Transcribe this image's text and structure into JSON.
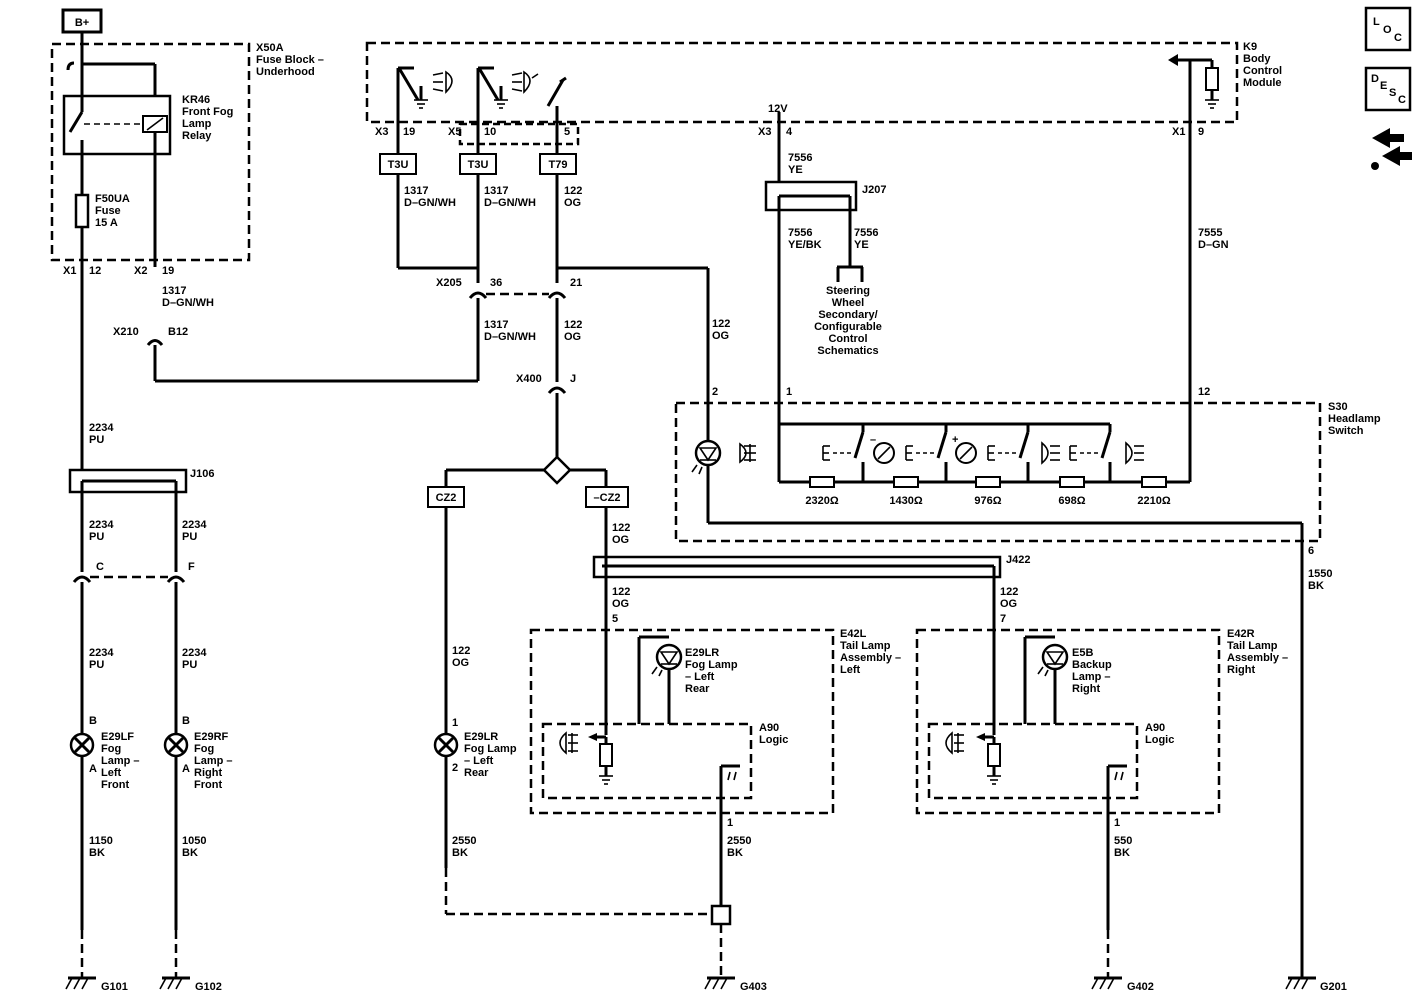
{
  "power": {
    "bplus": "B+"
  },
  "nav": {
    "loc_label": "LOC",
    "desc_label": "DESC"
  },
  "x50a": {
    "id": "X50A",
    "l1": "Fuse Block –",
    "l2": "Underhood",
    "relay_id": "KR46",
    "relay_l1": "Front Fog",
    "relay_l2": "Lamp",
    "relay_l3": "Relay",
    "fuse_id": "F50UA",
    "fuse_l1": "Fuse",
    "fuse_l2": "15 A",
    "x1": "X1",
    "x1_pin": "12",
    "x2": "X2",
    "x2_pin": "19"
  },
  "k9": {
    "id": "K9",
    "l1": "Body",
    "l2": "Control",
    "l3": "Module",
    "x3a": "X3",
    "x3a_pin": "19",
    "x5": "X5",
    "x5_pin": "10",
    "x5b_pin": "5",
    "v12": "12V",
    "x3b": "X3",
    "x3b_pin": "4",
    "x1": "X1",
    "x1_pin": "9"
  },
  "conn": {
    "t3u_a": "T3U",
    "t3u_b": "T3U",
    "t79": "T79",
    "x205": "X205",
    "x205_pin36": "36",
    "x205_pin21": "21",
    "x210": "X210",
    "x210_pin": "B12",
    "x400": "X400",
    "x400_pin": "J",
    "cz2": "CZ2",
    "ncz2": "–CZ2",
    "x_c": "C",
    "x_f": "F"
  },
  "wires": {
    "w1317": "1317",
    "w1317c": "D–GN/WH",
    "w122": "122",
    "w122c": "OG",
    "w7556": "7556",
    "w7556ye": "YE",
    "w7556yebk": "YE/BK",
    "w7555": "7555",
    "w7555c": "D–GN",
    "w2234": "2234",
    "w2234c": "PU",
    "w1150": "1150",
    "w1050": "1050",
    "w2550": "2550",
    "w550": "550",
    "w1550": "1550",
    "wbk": "BK"
  },
  "j207": {
    "id": "J207"
  },
  "j106": {
    "id": "J106"
  },
  "j422": {
    "id": "J422"
  },
  "steering": {
    "l1": "Steering",
    "l2": "Wheel",
    "l3": "Secondary/",
    "l4": "Configurable",
    "l5": "Control",
    "l6": "Schematics"
  },
  "s30": {
    "id": "S30",
    "l1": "Headlamp",
    "l2": "Switch",
    "pin2": "2",
    "pin1": "1",
    "pin12": "12",
    "pin6": "6",
    "resistors": [
      "2320Ω",
      "1430Ω",
      "976Ω",
      "698Ω",
      "2210Ω"
    ],
    "minus": "–",
    "plus": "+"
  },
  "e42l": {
    "id": "E42L",
    "l1": "Tail Lamp",
    "l2": "Assembly –",
    "l3": "Left",
    "pin5": "5",
    "lamp_id": "E29LR",
    "lamp_l1": "Fog Lamp",
    "lamp_l2": "– Left",
    "lamp_l3": "Rear",
    "logic_id": "A90",
    "logic_l": "Logic",
    "pin1": "1"
  },
  "e42r": {
    "id": "E42R",
    "l1": "Tail Lamp",
    "l2": "Assembly –",
    "l3": "Right",
    "pin7": "7",
    "lamp_id": "E5B",
    "lamp_l1": "Backup",
    "lamp_l2": "Lamp –",
    "lamp_l3": "Right",
    "logic_id": "A90",
    "logic_l": "Logic",
    "pin1": "1"
  },
  "e29lf": {
    "id": "E29LF",
    "l1": "Fog",
    "l2": "Lamp –",
    "l3": "Left",
    "l4": "Front",
    "pb": "B",
    "pa": "A"
  },
  "e29rf": {
    "id": "E29RF",
    "l1": "Fog",
    "l2": "Lamp –",
    "l3": "Right",
    "l4": "Front",
    "pb": "B",
    "pa": "A"
  },
  "e29lr": {
    "id": "E29LR",
    "l1": "Fog Lamp",
    "l2": "– Left",
    "l3": "Rear",
    "p1": "1",
    "p2": "2"
  },
  "grounds": {
    "g101": "G101",
    "g102": "G102",
    "g403": "G403",
    "g402": "G402",
    "g201": "G201"
  }
}
